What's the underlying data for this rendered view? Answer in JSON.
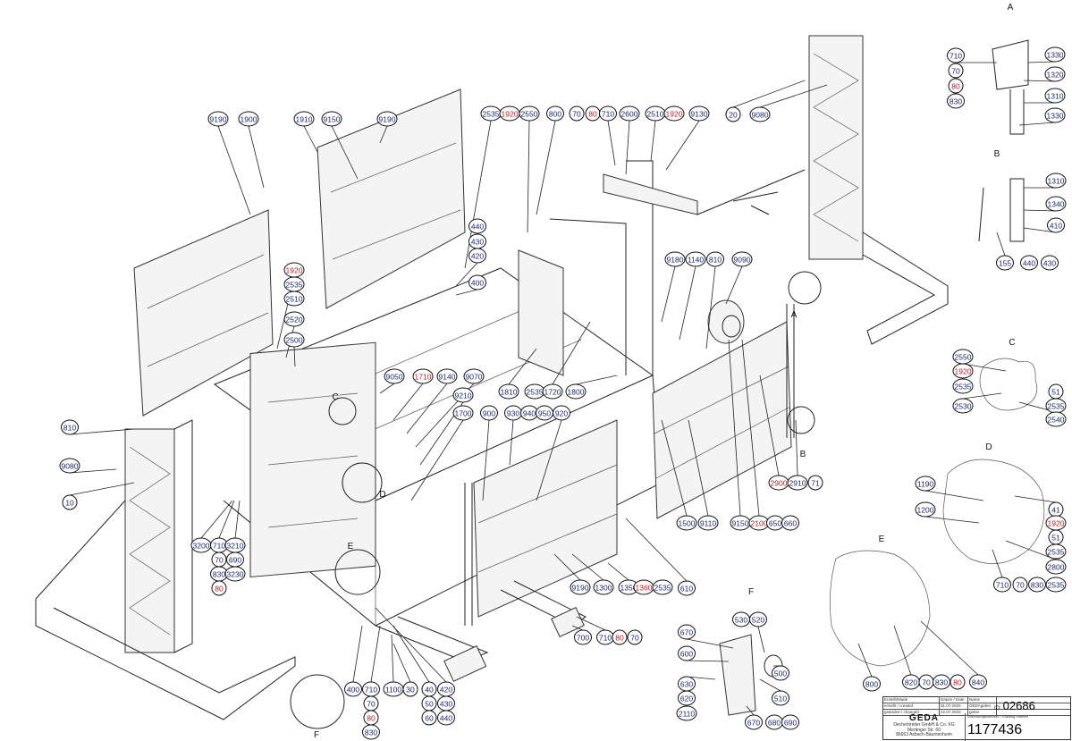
{
  "detail_labels": [
    "A",
    "B",
    "C",
    "D",
    "E",
    "F"
  ],
  "callouts": [
    "2535",
    "1920",
    "2550",
    "800",
    "70",
    "80",
    "710",
    "2600",
    "2510",
    "1920",
    "9130",
    "9190",
    "1900",
    "1910",
    "9150",
    "9190",
    "20",
    "9080",
    "710",
    "70",
    "80",
    "830",
    "1330",
    "1320",
    "1310",
    "1330",
    "1310",
    "1340",
    "410",
    "155",
    "440",
    "430",
    "2550",
    "1920",
    "2535",
    "2530",
    "51",
    "2535",
    "2540",
    "1190",
    "1200",
    "41",
    "1920",
    "51",
    "2535",
    "2800",
    "710",
    "70",
    "830",
    "2535",
    "800",
    "820",
    "70",
    "830",
    "80",
    "840",
    "530",
    "520",
    "670",
    "600",
    "500",
    "630",
    "620",
    "2110",
    "510",
    "670",
    "680",
    "690",
    "440",
    "430",
    "420",
    "400",
    "1920",
    "2535",
    "2510",
    "2520",
    "2500",
    "9180",
    "1140",
    "810",
    "9090",
    "9050",
    "1710",
    "9140",
    "9070",
    "9210",
    "1700",
    "900",
    "930",
    "940",
    "950",
    "920",
    "1810",
    "2535",
    "1720",
    "1800",
    "810",
    "9080",
    "10",
    "3200",
    "710",
    "70",
    "830",
    "80",
    "3210",
    "690",
    "3230",
    "2900",
    "2910",
    "71",
    "9150",
    "2100",
    "650",
    "660",
    "1500",
    "9110",
    "610",
    "9190",
    "1300",
    "1350",
    "1360",
    "2535",
    "700",
    "710",
    "80",
    "70",
    "400",
    "710",
    "70",
    "80",
    "830",
    "1100",
    "30",
    "40",
    "50",
    "60",
    "420",
    "430",
    "440"
  ],
  "title_block": {
    "header": [
      "Erstellt/Made",
      "Datum / Date",
      "Name"
    ],
    "created": [
      "erstellt / created",
      "31.07.2020",
      "OEDAgeber"
    ],
    "changed": [
      "geändert / changed",
      "22.07.2020",
      "geber"
    ],
    "id_label": "ID:",
    "id": "02686",
    "logo": "GEDA",
    "company": "Dechentreiter GmbH & Co. KG",
    "street": "Mertinger Str. 60",
    "city": "86663 Asbach-Bäumenheim",
    "drawing_number_label": "Zeichnungsnummer / Drawing number",
    "drawing_number": "1177436"
  },
  "colors": {
    "callout_text": "#1a2a6c",
    "callout_red": "#b0202a",
    "line": "#222222"
  }
}
